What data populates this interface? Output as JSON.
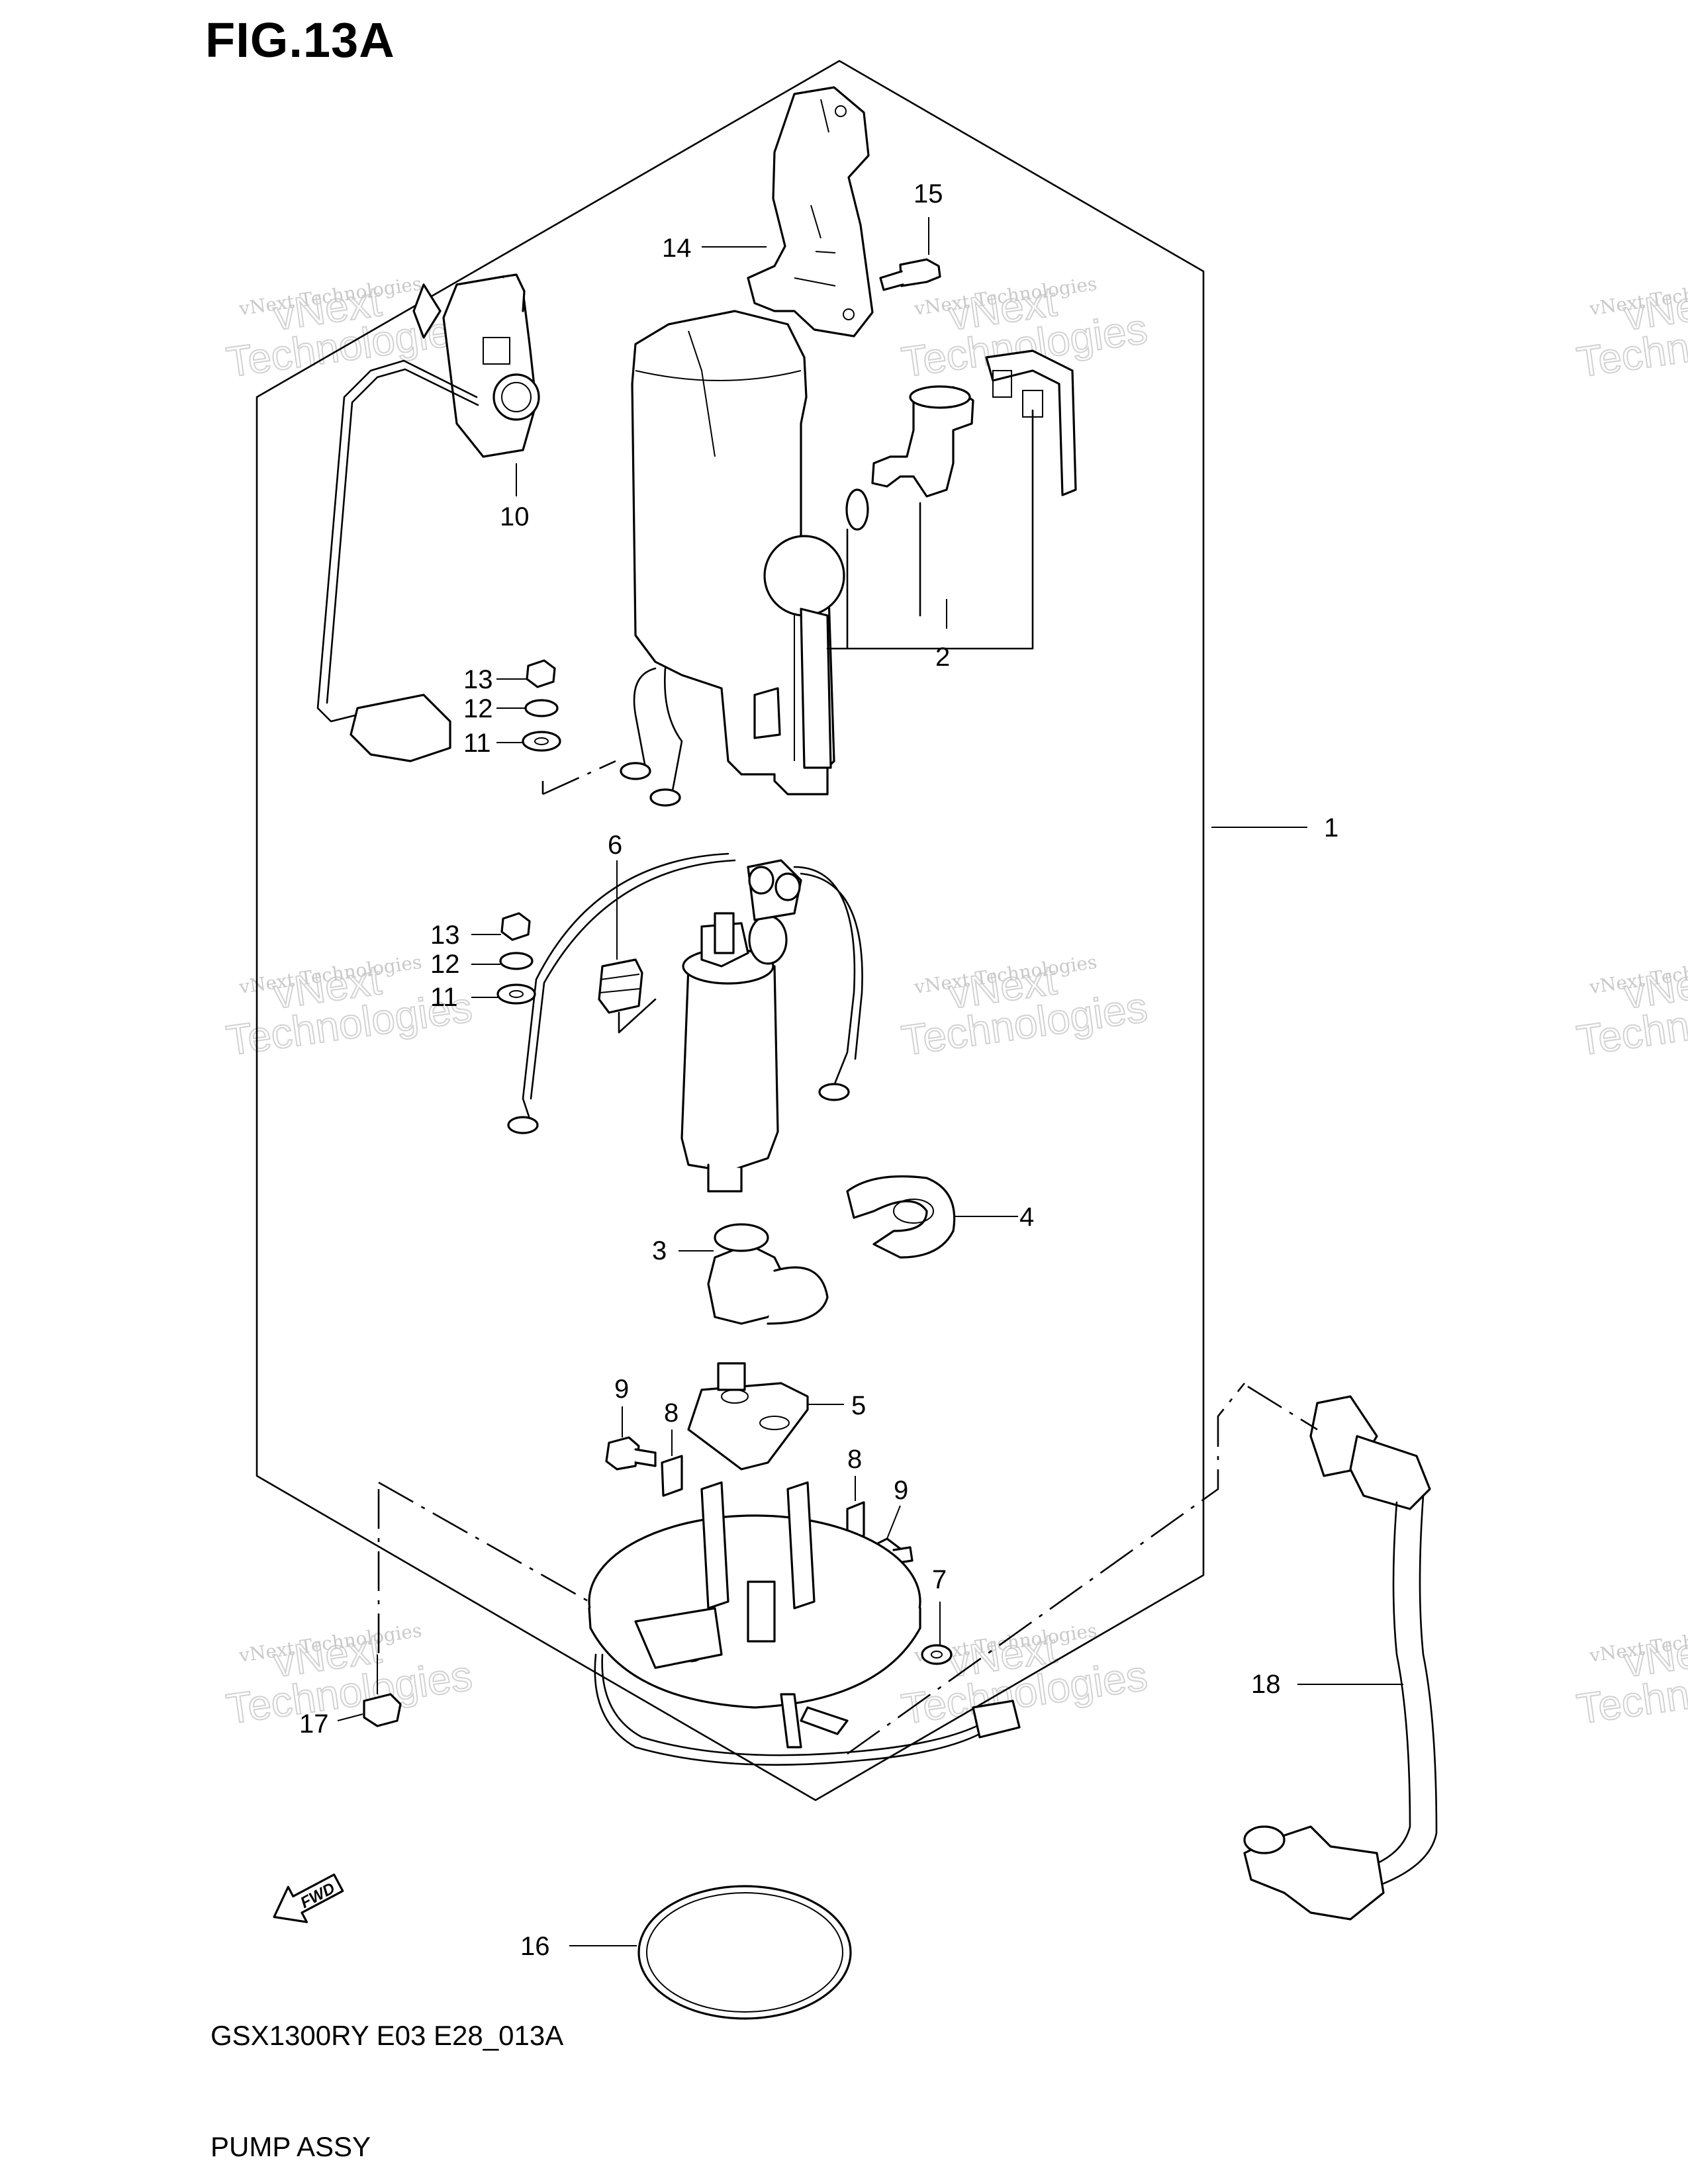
{
  "figure": {
    "title": "FIG.13A",
    "code": "GSX1300RY E03 E28_013A",
    "name": "PUMP ASSY"
  },
  "watermark": {
    "line1": "vNext Technologies",
    "line2": "vNext",
    "line3": "Technologies"
  },
  "fwd_label": "FWD",
  "callouts": [
    "1",
    "2",
    "3",
    "4",
    "5",
    "6",
    "7",
    "8",
    "8",
    "9",
    "9",
    "10",
    "11",
    "11",
    "12",
    "12",
    "13",
    "13",
    "14",
    "15",
    "16",
    "17",
    "18"
  ]
}
